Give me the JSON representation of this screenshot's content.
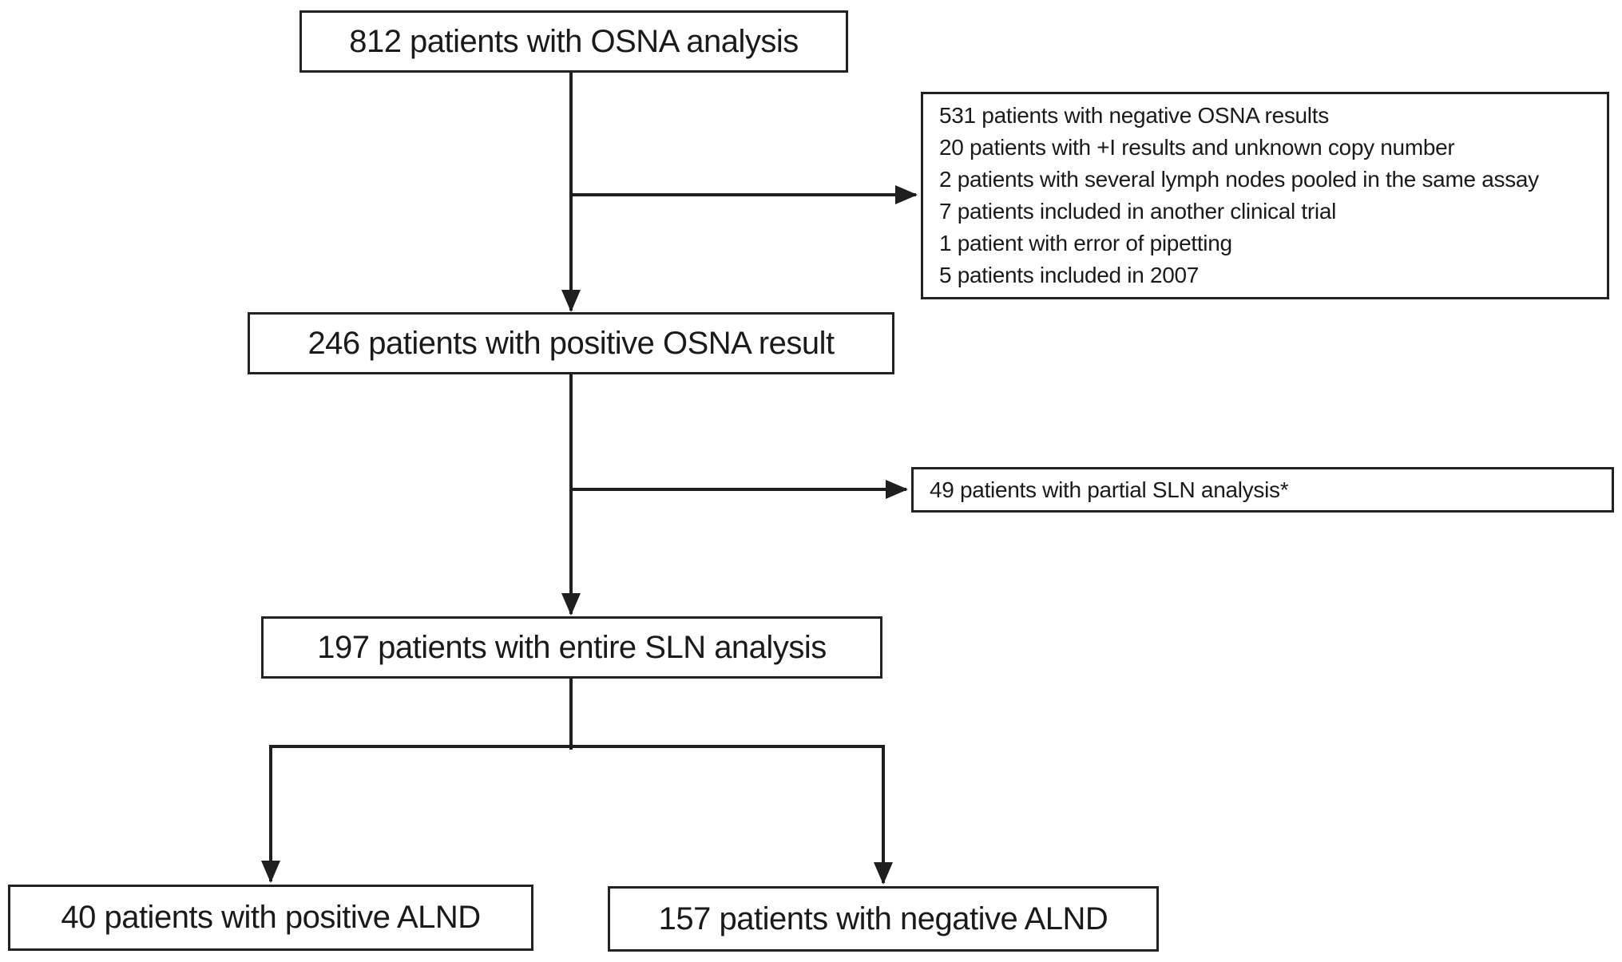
{
  "nodes": {
    "osna_total": {
      "label": "812 patients with OSNA analysis"
    },
    "exclusions": {
      "lines": [
        "531 patients with negative OSNA results",
        "20 patients with +I results and unknown copy number",
        "2 patients with several lymph nodes pooled in the same assay",
        "7 patients included in another clinical trial",
        "1 patient with error of pipetting",
        "5 patients included in 2007"
      ]
    },
    "osna_positive": {
      "label": "246 patients with positive OSNA result"
    },
    "partial_sln": {
      "label": "49 patients with partial SLN analysis*"
    },
    "entire_sln": {
      "label": "197 patients with entire SLN analysis"
    },
    "positive_alnd": {
      "label": "40 patients with positive ALND"
    },
    "negative_alnd": {
      "label": "157 patients with negative ALND"
    }
  },
  "colors": {
    "background": "#ffffff",
    "box_border": "#222222",
    "text": "#1a1a1a",
    "connector": "#1f1f1f"
  }
}
